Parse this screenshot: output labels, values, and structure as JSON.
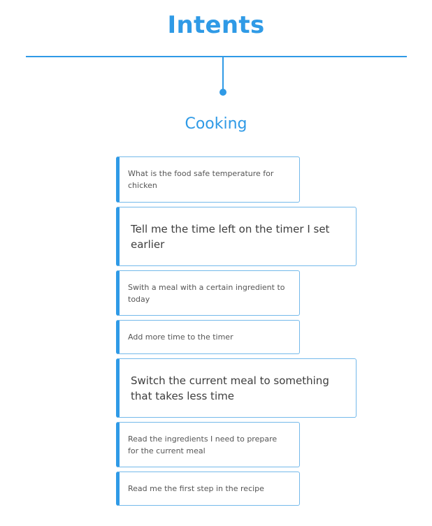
{
  "title": "Intents",
  "category": "Cooking",
  "colors": {
    "accent": "#2f9ae6",
    "card_border": "#74b9ea",
    "card_text": "#555555"
  },
  "intents": [
    "What is the food safe temperature for chicken",
    "Tell me the time left on the timer I set earlier",
    "Swith a meal with a certain ingredient to today",
    "Add more time to the timer",
    "Switch the current meal to something that takes less time",
    "Read the ingredients I need to prepare for the current meal",
    "Read me the first step in the recipe"
  ]
}
